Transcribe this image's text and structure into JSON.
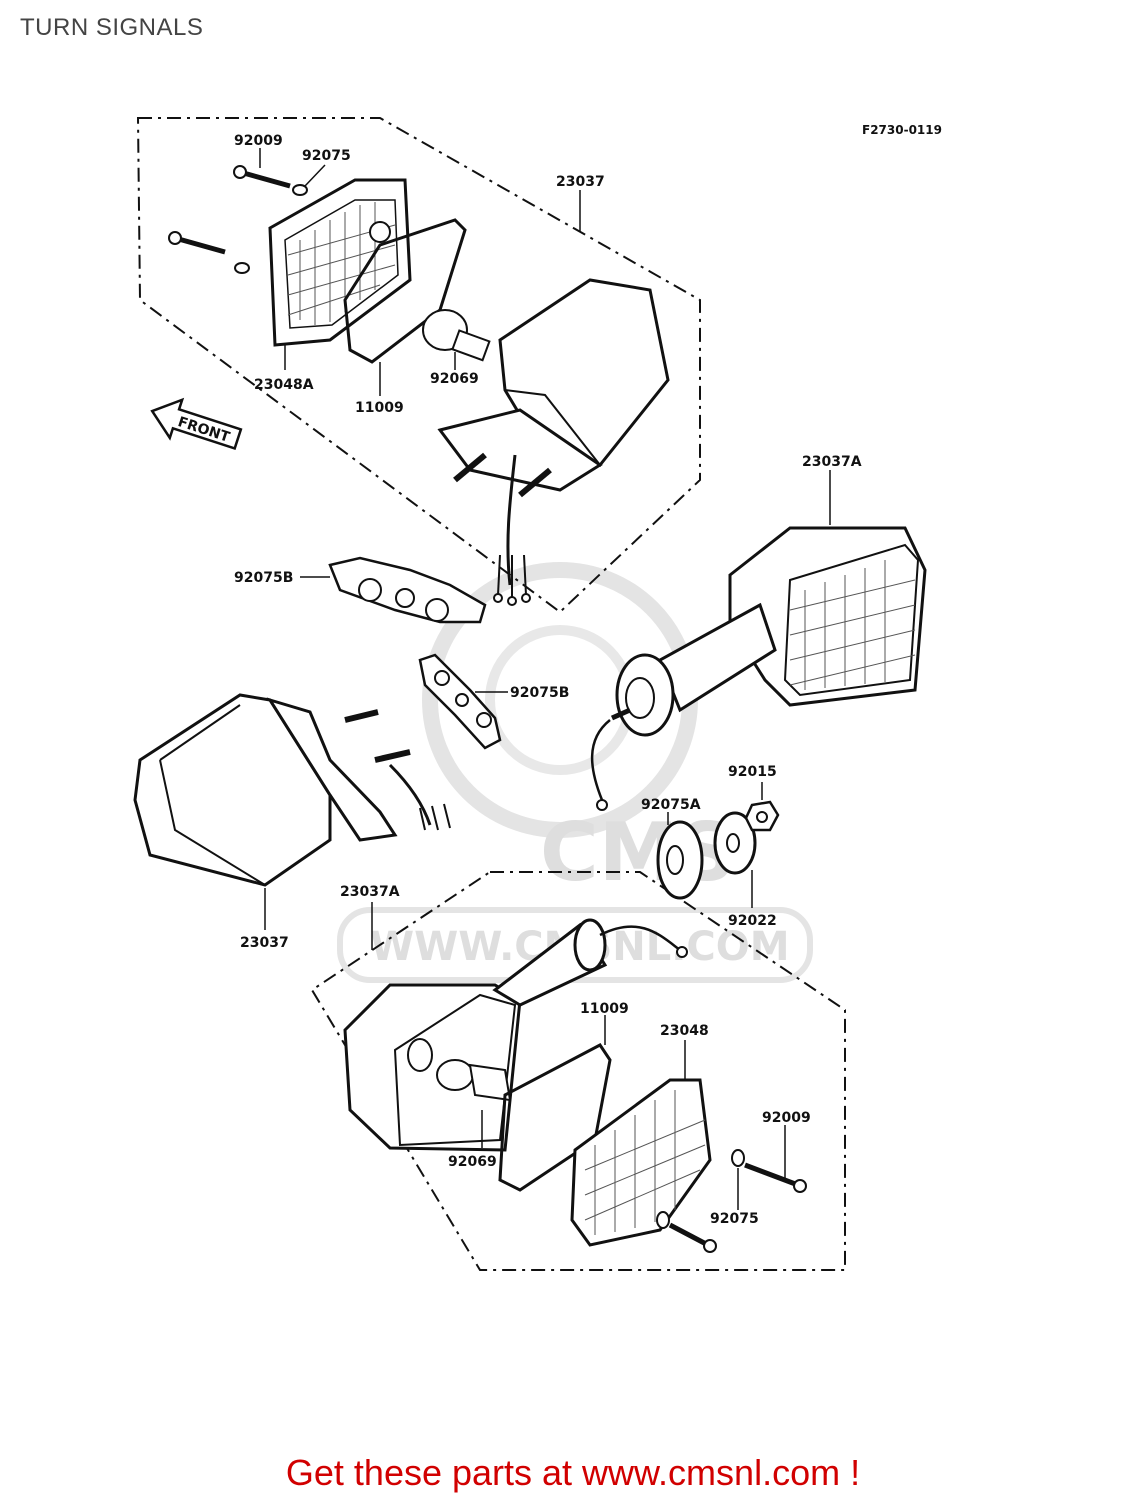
{
  "title": "TURN SIGNALS",
  "diagram_code": "F2730-0119",
  "front_label": "FRONT",
  "watermark": {
    "logo": "CMS",
    "url": "WWW.CMSNL.COM"
  },
  "parts": {
    "p92009_top": "92009",
    "p92075_top": "92075",
    "p23037_top": "23037",
    "p23048A": "23048A",
    "p11009_top": "11009",
    "p92069_top": "92069",
    "p23037A_right": "23037A",
    "p92075B_a": "92075B",
    "p92075B_b": "92075B",
    "p92015": "92015",
    "p92075A": "92075A",
    "p92022": "92022",
    "p23037_left": "23037",
    "p23037A_bottom": "23037A",
    "p11009_bottom": "11009",
    "p23048": "23048",
    "p92009_bottom": "92009",
    "p92069_bottom": "92069",
    "p92075_bottom": "92075"
  },
  "cta": "Get these parts at www.cmsnl.com !",
  "colors": {
    "cta": "#d10000",
    "line": "#111111",
    "watermark": "#dedede"
  }
}
